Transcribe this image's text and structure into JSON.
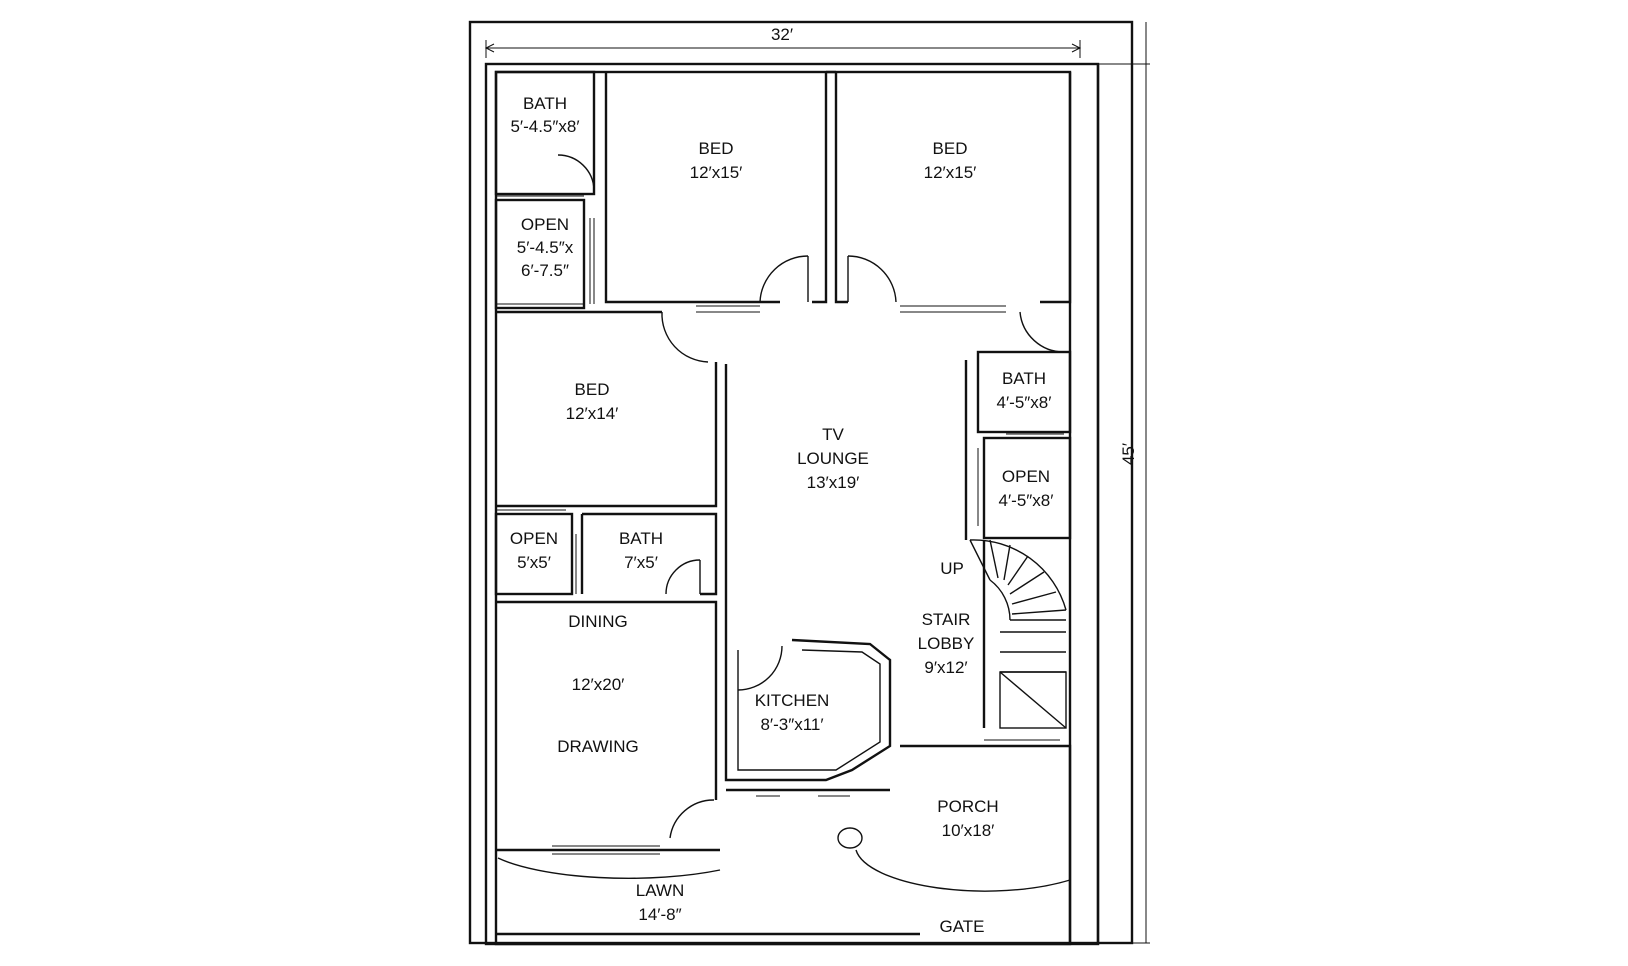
{
  "dimensions": {
    "width": "32′",
    "depth": "45′"
  },
  "rooms": {
    "bath_top_left": {
      "name": "BATH",
      "size": "5′-4.5″x8′"
    },
    "open_top_left": {
      "name": "OPEN",
      "size_line1": "5′-4.5″x",
      "size_line2": "6′-7.5″"
    },
    "bed_top_center": {
      "name": "BED",
      "size": "12′x15′"
    },
    "bed_top_right": {
      "name": "BED",
      "size": "12′x15′"
    },
    "bed_left": {
      "name": "BED",
      "size": "12′x14′"
    },
    "tv_lounge": {
      "name_line1": "TV",
      "name_line2": "LOUNGE",
      "size": "13′x19′"
    },
    "bath_right": {
      "name": "BATH",
      "size": "4′-5″x8′"
    },
    "open_right": {
      "name": "OPEN",
      "size": "4′-5″x8′"
    },
    "open_small": {
      "name": "OPEN",
      "size": "5′x5′"
    },
    "bath_small": {
      "name": "BATH",
      "size": "7′x5′"
    },
    "dining_drawing": {
      "name_top": "DINING",
      "size": "12′x20′",
      "name_bottom": "DRAWING"
    },
    "kitchen": {
      "name": "KITCHEN",
      "size": "8′-3″x11′"
    },
    "stair": {
      "up": "UP",
      "name_line1": "STAIR",
      "name_line2": "LOBBY",
      "size": "9′x12′"
    },
    "porch": {
      "name": "PORCH",
      "size": "10′x18′"
    },
    "lawn": {
      "name": "LAWN",
      "size": "14′-8″"
    },
    "gate": {
      "name": "GATE"
    }
  }
}
